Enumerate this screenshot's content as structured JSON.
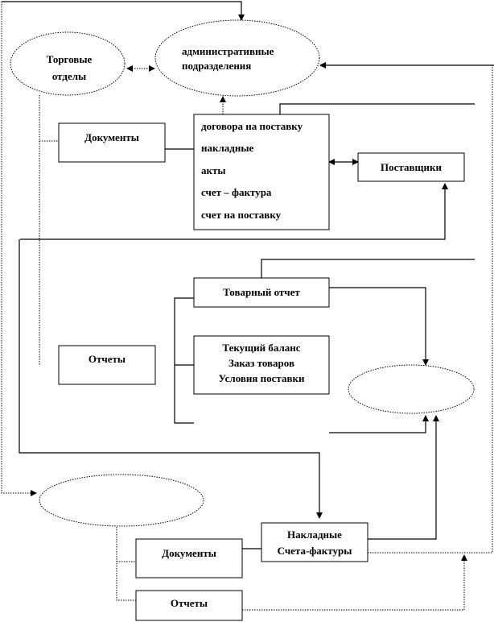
{
  "nodes": {
    "trade_departments": [
      "Торговые",
      "отделы"
    ],
    "admin_units": [
      "административные",
      "подразделения"
    ],
    "documents_top": "Документы",
    "document_list": [
      "договора на поставку",
      "накладные",
      "акты",
      "счет – фактура",
      "счет на поставку"
    ],
    "suppliers": "Поставщики",
    "goods_report": "Товарный отчет",
    "report_list": [
      "Текущий  баланс",
      "Заказ товаров",
      "Условия поставки"
    ],
    "reports_left": "Отчеты",
    "documents_bottom": "Документы",
    "invoices": [
      "Накладные",
      "Счета-фактуры"
    ],
    "reports_bottom": "Отчеты"
  }
}
